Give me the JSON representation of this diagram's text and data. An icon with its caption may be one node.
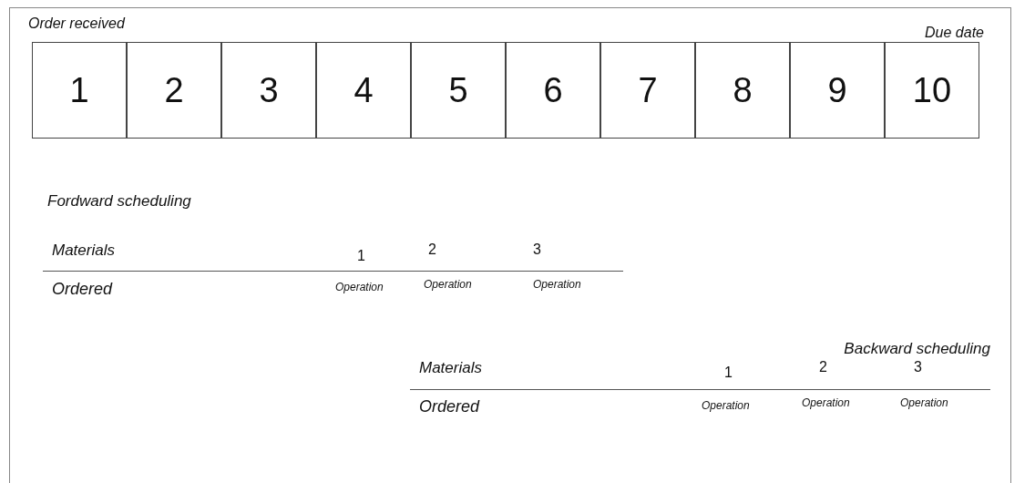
{
  "diagram": {
    "nodes": [
      {
        "text": [
          "1"
        ]
      },
      {
        "text": [
          "2"
        ]
      },
      {
        "text": [
          "3"
        ]
      },
      {
        "text": [
          "4"
        ]
      },
      {
        "text": [
          "5"
        ]
      },
      {
        "text": [
          "6"
        ]
      },
      {
        "text": [
          "7"
        ]
      },
      {
        "text": [
          "8"
        ]
      },
      {
        "text": [
          "9"
        ]
      },
      {
        "text": [
          "10"
        ]
      }
    ],
    "labels": [
      "Order received",
      "Due date",
      "Fordward scheduling",
      "Materials",
      "1",
      "2",
      "3",
      "Ordered",
      "Operation",
      "Operation",
      "Operation",
      "Backward scheduling",
      "Materials",
      "1",
      "2",
      "3",
      "Ordered",
      "Operation",
      "Operation",
      "Operation"
    ]
  }
}
